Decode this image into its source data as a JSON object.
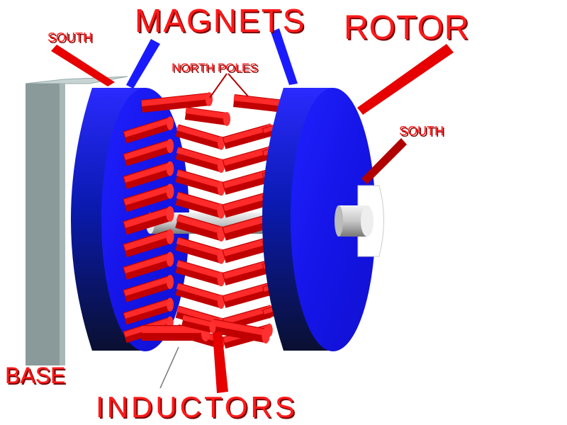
{
  "labels": {
    "magnets": "MAGNETS",
    "rotor": "ROTOR",
    "south_left": "SOUTH",
    "north_poles": "NORTH POLES",
    "south_right": "SOUTH",
    "base": "BASE",
    "inductors": "INDUCTORS"
  },
  "colors": {
    "label": "#ff1a1a",
    "magnet_blue": "#1a1aff",
    "inductor_red": "#e60000",
    "base_gray": "#8a9a9a",
    "shaft_gray": "#d0d0d0"
  }
}
